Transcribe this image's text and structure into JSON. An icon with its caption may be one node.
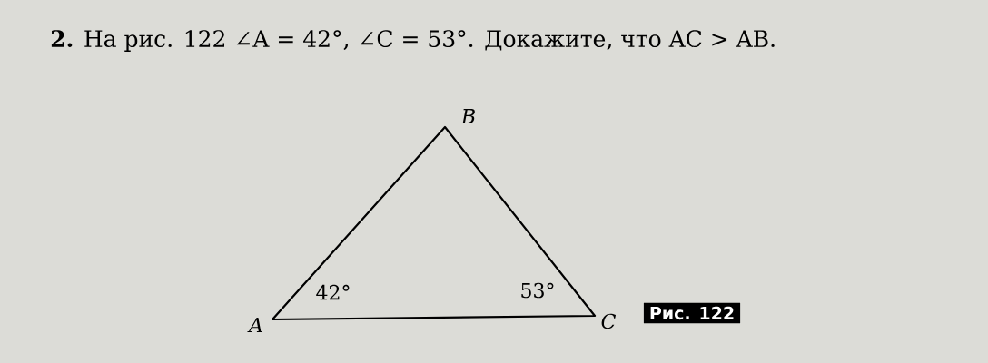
{
  "diagram": {
    "title": "**2.** На рис. 122 ∠A = 42°, ∠C = 53°. Докажите, что AC > AB.",
    "labels": [
      "B",
      "A",
      "C",
      "42°",
      "53°"
    ],
    "caption": "Рис. 122"
  }
}
